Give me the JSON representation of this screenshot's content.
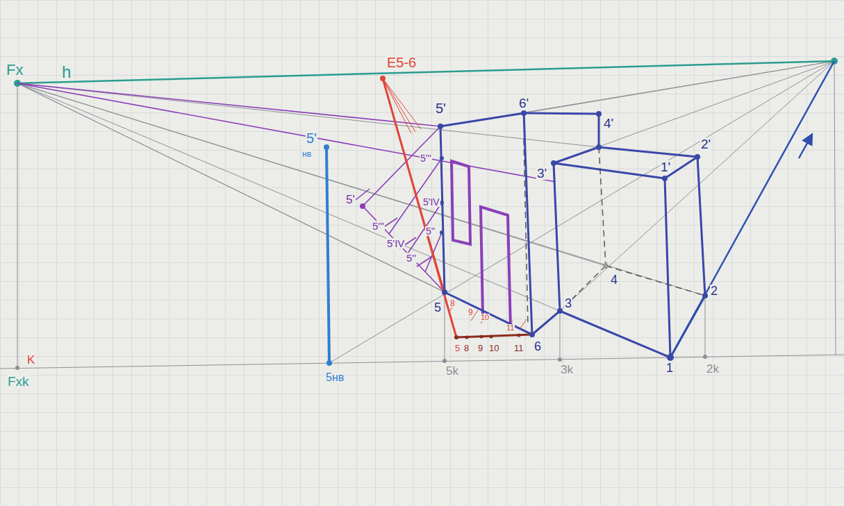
{
  "diagram": {
    "labels": [
      "Fx",
      "h",
      "E5-6",
      "5'",
      "6'",
      "4'",
      "2'",
      "1'",
      "3'",
      "5'",
      "нв",
      "5'",
      "5'''",
      "5'IV",
      "5''",
      "5'''",
      "5'IV",
      "5''",
      "5",
      "8",
      "9",
      "10",
      "11",
      "5",
      "8",
      "9",
      "10",
      "11",
      "6",
      "3",
      "4",
      "2",
      "1",
      "2k",
      "3k",
      "5k",
      "5нв",
      "K",
      "Fxk"
    ]
  }
}
